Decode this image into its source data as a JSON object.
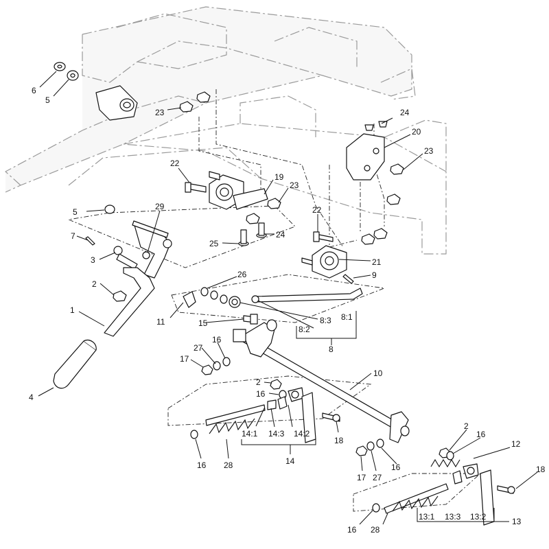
{
  "callouts": {
    "c1": "1",
    "c2a": "2",
    "c2b": "2",
    "c2c": "2",
    "c3": "3",
    "c4": "4",
    "c5a": "5",
    "c5b": "5",
    "c6": "6",
    "c7": "7",
    "c8": "8",
    "c8_1": "8:1",
    "c8_2": "8:2",
    "c8_3": "8:3",
    "c9": "9",
    "c10": "10",
    "c11": "11",
    "c12": "12",
    "c13": "13",
    "c13_1": "13:1",
    "c13_2": "13:2",
    "c13_3": "13:3",
    "c14": "14",
    "c14_1": "14:1",
    "c14_2": "14:2",
    "c14_3": "14:3",
    "c15": "15",
    "c16a": "16",
    "c16b": "16",
    "c16c": "16",
    "c16d": "16",
    "c16e": "16",
    "c16f": "16",
    "c17a": "17",
    "c17b": "17",
    "c18a": "18",
    "c18b": "18",
    "c19": "19",
    "c20": "20",
    "c21": "21",
    "c22a": "22",
    "c22b": "22",
    "c23a": "23",
    "c23b": "23",
    "c23c": "23",
    "c24a": "24",
    "c24b": "24",
    "c25": "25",
    "c26": "26",
    "c27a": "27",
    "c27b": "27",
    "c28a": "28",
    "c28b": "28",
    "c29": "29"
  }
}
